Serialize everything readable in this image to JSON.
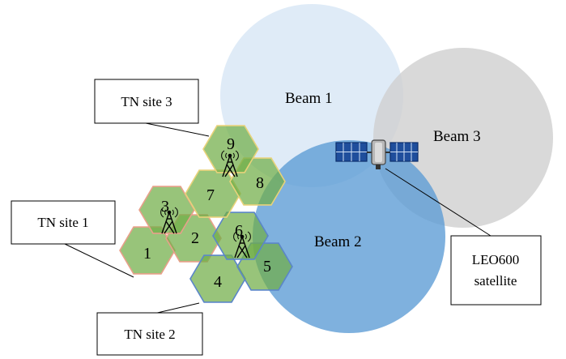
{
  "colors": {
    "beam1": "#d9e8f6",
    "beam2": "#5b9bd5",
    "beam3": "#d4d4d4",
    "cell_fill": "#70ad47",
    "site1_edge": "#e8a08a",
    "site2_edge": "#5b86c9",
    "site3_edge": "#e8d27a",
    "satellite_panel": "#1f4e9c"
  },
  "beams": [
    {
      "id": "beam1",
      "label": "Beam 1"
    },
    {
      "id": "beam2",
      "label": "Beam 2"
    },
    {
      "id": "beam3",
      "label": "Beam 3"
    }
  ],
  "cells": [
    "1",
    "2",
    "3",
    "4",
    "5",
    "6",
    "7",
    "8",
    "9"
  ],
  "sites": [
    {
      "id": "site1",
      "label": "TN site 1"
    },
    {
      "id": "site2",
      "label": "TN site 2"
    },
    {
      "id": "site3",
      "label": "TN site 3"
    }
  ],
  "satellite": {
    "line1": "LEO600",
    "line2": "satellite",
    "icon": "satellite-icon"
  },
  "tower_icon": "cell-tower-icon"
}
